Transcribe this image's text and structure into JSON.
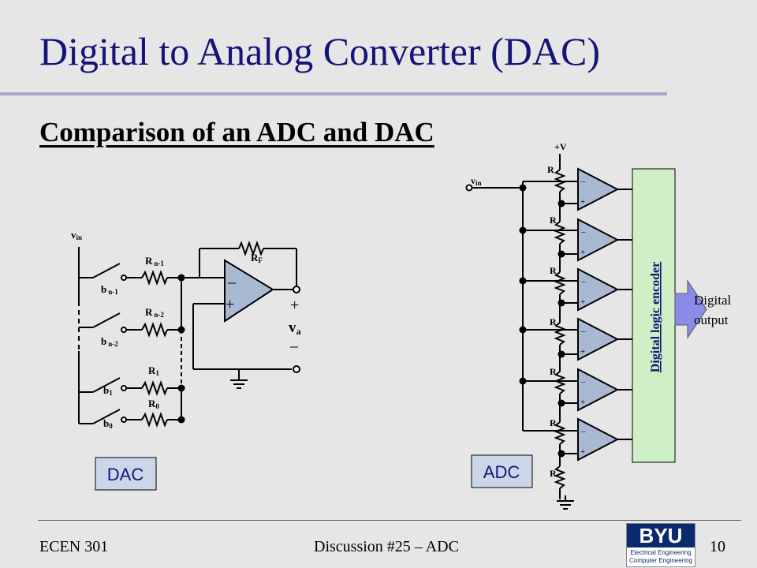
{
  "slide": {
    "title": "Digital to Analog Converter (DAC)",
    "subtitle": "Comparison of an ADC and DAC"
  },
  "dac": {
    "box_label": "DAC",
    "vin_main": "v",
    "vin_sub": "in",
    "resistors": [
      {
        "main": "R",
        "sub": "n-1"
      },
      {
        "main": "R",
        "sub": "n-2"
      },
      {
        "main": "R",
        "sub": "1"
      },
      {
        "main": "R",
        "sub": "0"
      }
    ],
    "switches": [
      {
        "main": "b",
        "sub": "n-1"
      },
      {
        "main": "b",
        "sub": "n-2"
      },
      {
        "main": "b",
        "sub": "1"
      },
      {
        "main": "b",
        "sub": "0"
      }
    ],
    "feedback": {
      "main": "R",
      "sub": "F"
    },
    "output": {
      "main": "v",
      "sub": "a",
      "plus": "+",
      "minus": "_"
    },
    "opamp_minus": "_",
    "opamp_plus": "+"
  },
  "adc": {
    "box_label": "ADC",
    "supply": "+V",
    "vin_main": "v",
    "vin_sub": "in",
    "resistor_label": "R",
    "comparator_minus": "_",
    "comparator_plus": "+",
    "encoder_label": "Digital logic encoder",
    "output_label_line1": "Digital",
    "output_label_line2": "output"
  },
  "colors": {
    "title": "#141479",
    "opamp_fill": "#a9b9d2",
    "encoder_fill": "#cff0c6",
    "arrow_fill": "#8b8be8",
    "label_box_fill": "#cbd7e8"
  },
  "footer": {
    "course": "ECEN 301",
    "center": "Discussion #25 – ADC",
    "page": "10",
    "logo_word": "BYU",
    "logo_line1": "Electrical Engineering",
    "logo_line2": "Computer Engineering"
  }
}
